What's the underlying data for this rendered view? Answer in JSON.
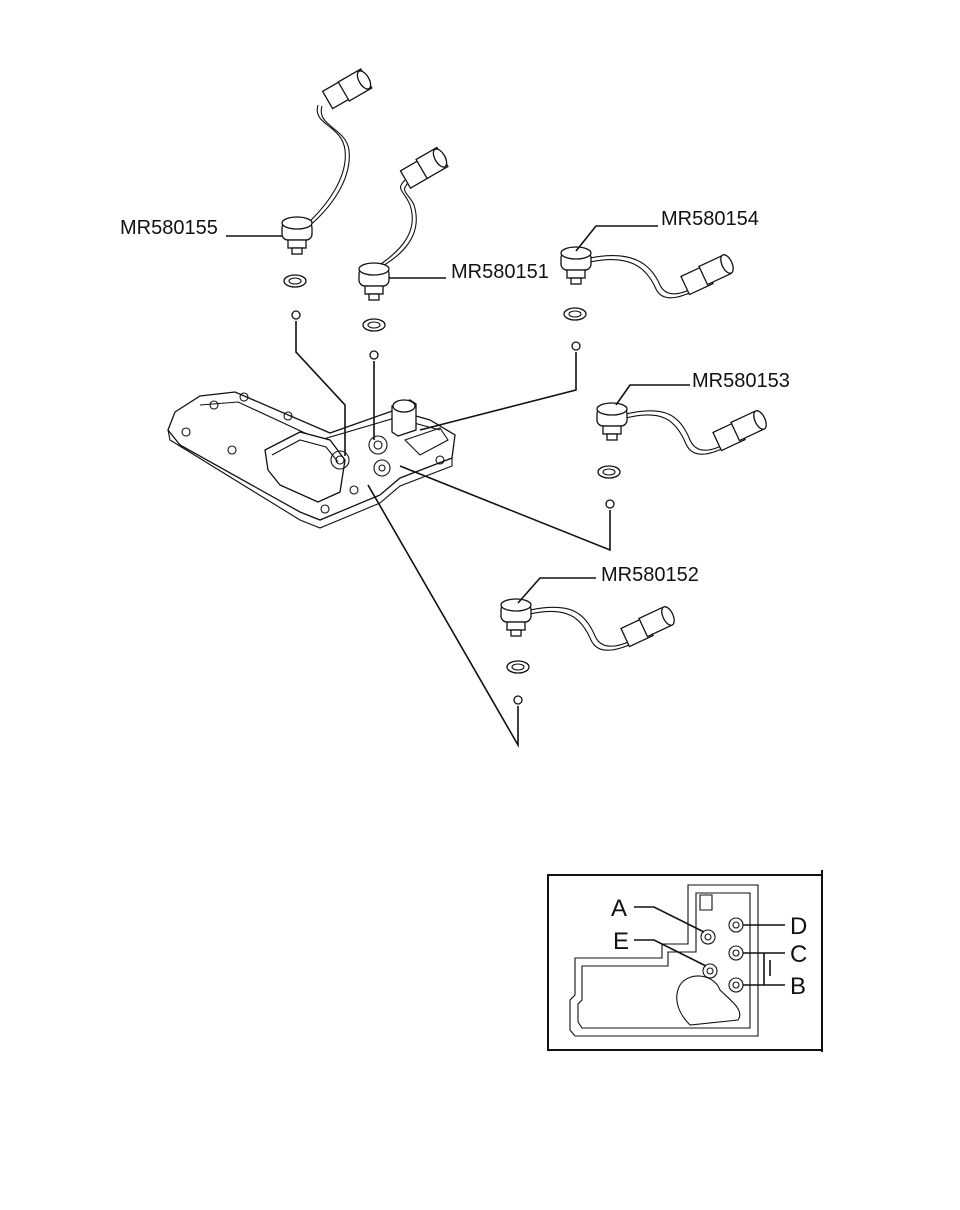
{
  "callouts": {
    "mr580155": "MR580155",
    "mr580151": "MR580151",
    "mr580154": "MR580154",
    "mr580153": "MR580153",
    "mr580152": "MR580152"
  },
  "inset": {
    "positions": {
      "a": "A",
      "b": "B",
      "c": "C",
      "d": "D",
      "e": "E"
    }
  }
}
